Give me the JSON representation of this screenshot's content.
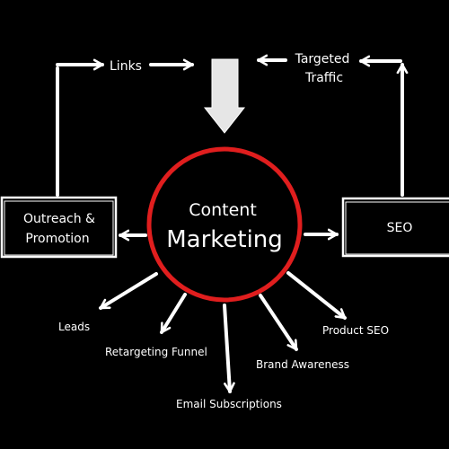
{
  "colors": {
    "background": "#000000",
    "foreground": "#ffffff",
    "accent_ring": "#e01e1e"
  },
  "center": {
    "line1": "Content",
    "line2": "Marketing"
  },
  "left_box": {
    "line1": "Outreach &",
    "line2": "Promotion"
  },
  "right_box": {
    "label": "SEO"
  },
  "top_left_label": "Links",
  "top_right_label": {
    "line1": "Targeted",
    "line2": "Traffic"
  },
  "outputs": [
    "Leads",
    "Retargeting Funnel",
    "Email Subscriptions",
    "Brand Awareness",
    "Product SEO"
  ]
}
